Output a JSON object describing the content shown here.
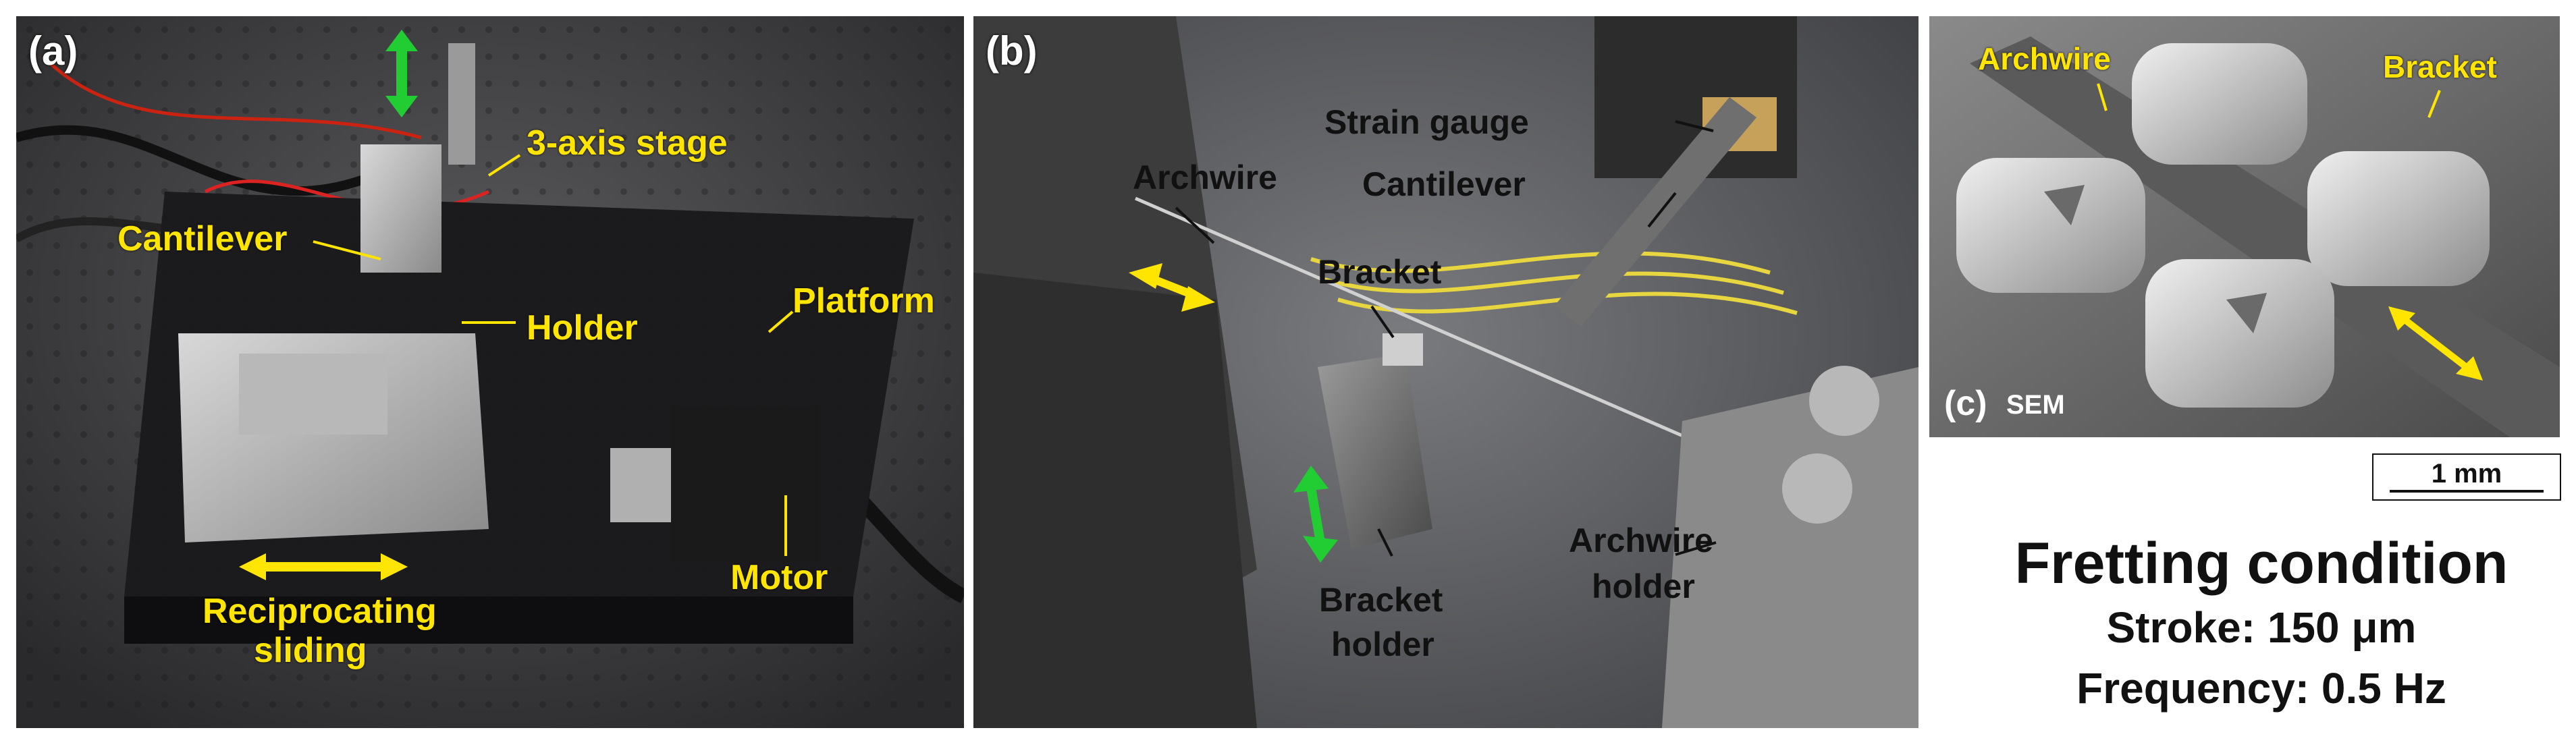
{
  "panel_a": {
    "letter": "(a)",
    "labels": {
      "stage": "3-axis stage",
      "cantilever": "Cantilever",
      "holder": "Holder",
      "platform": "Platform",
      "motor": "Motor",
      "sliding_1": "Reciprocating",
      "sliding_2": "sliding"
    }
  },
  "panel_b": {
    "letter": "(b)",
    "labels": {
      "strain_gauge": "Strain gauge",
      "cantilever": "Cantilever",
      "archwire": "Archwire",
      "bracket": "Bracket",
      "archwire_holder_1": "Archwire",
      "archwire_holder_2": "holder",
      "bracket_holder_1": "Bracket",
      "bracket_holder_2": "holder"
    }
  },
  "panel_c": {
    "letter": "(c)",
    "sem": "SEM",
    "labels": {
      "archwire": "Archwire",
      "bracket": "Bracket"
    }
  },
  "scale_bar": "1 mm",
  "condition": {
    "title": "Fretting condition",
    "stroke": "Stroke: 150 μm",
    "frequency": "Frequency: 0.5 Hz"
  },
  "colors": {
    "annotation_yellow": "#ffe500",
    "arrow_green": "#22cc33",
    "text_black": "#111111"
  }
}
